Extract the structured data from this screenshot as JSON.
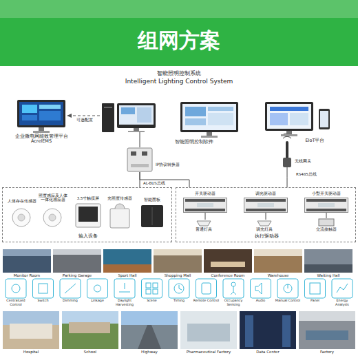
{
  "diagram": {
    "title": "组网方案",
    "nodes": [
      {
        "text": [
          "企业微电网能效管理平台 AcrelEMS"
        ]
      },
      {
        "text": [
          "智能照明控制软件"
        ]
      },
      {
        "text": [
          "EIoT平台"
        ]
      },
      {
        "text": [
          "IP协议转换器"
        ]
      },
      {
        "text": [
          "无线网关"
        ]
      },
      {
        "text": [
          "输入设备"
        ]
      },
      {
        "text": [
          "人体存在传感器"
        ],
        "in": 5
      },
      {
        "text": [
          "照度感应及人体 一体化感应器"
        ],
        "in": 5
      },
      {
        "text": [
          "3.5寸触摸屏"
        ],
        "in": 5
      },
      {
        "text": [
          "光照度传感器"
        ],
        "in": 5
      },
      {
        "text": [
          "智能面板"
        ],
        "in": 5
      },
      {
        "text": [
          "执行驱动器"
        ]
      },
      {
        "text": [
          "开关驱动器"
        ],
        "in": 11
      },
      {
        "text": [
          "调光驱动器"
        ],
        "in": 11
      },
      {
        "text": [
          "小型开关驱动器"
        ],
        "in": 11
      },
      {
        "text": [
          "普通灯具"
        ],
        "in": 11
      },
      {
        "text": [
          "调光灯具"
        ],
        "in": 11
      },
      {
        "text": [
          "交流接触器"
        ],
        "in": 11
      }
    ],
    "edges": [
      {
        "from": 3,
        "to": 5,
        "arrow": "none"
      },
      {
        "from": 3,
        "to": 11,
        "arrow": "none"
      },
      {
        "from": 4,
        "to": 11,
        "arrow": "none"
      },
      {
        "from": 12,
        "to": 15,
        "arrow": "none"
      },
      {
        "from": 13,
        "to": 16,
        "arrow": "none"
      },
      {
        "from": 14,
        "to": 17,
        "arrow": "none"
      }
    ],
    "labels": [
      "智能照明控制系统",
      "Intelligent Lighting Control System",
      "可选配置",
      "AL-BUS总线",
      "RS485总线",
      "Monitor Room",
      "Parking Garage",
      "Sport Hall",
      "Shopping Mall",
      "Conference Room",
      "Warehouse",
      "Waiting Hall",
      "Centralized Control",
      "Switch",
      "Dimming",
      "Linkage",
      "Daylight Harvesting",
      "Scene",
      "Timing",
      "Remote Control",
      "Occupancy Sensing",
      "Audio",
      "Manual Control",
      "Panel",
      "Energy Analysis",
      "Hospital",
      "School",
      "Highway",
      "Pharmaceutical Factory",
      "Data Center",
      "Factory"
    ]
  }
}
